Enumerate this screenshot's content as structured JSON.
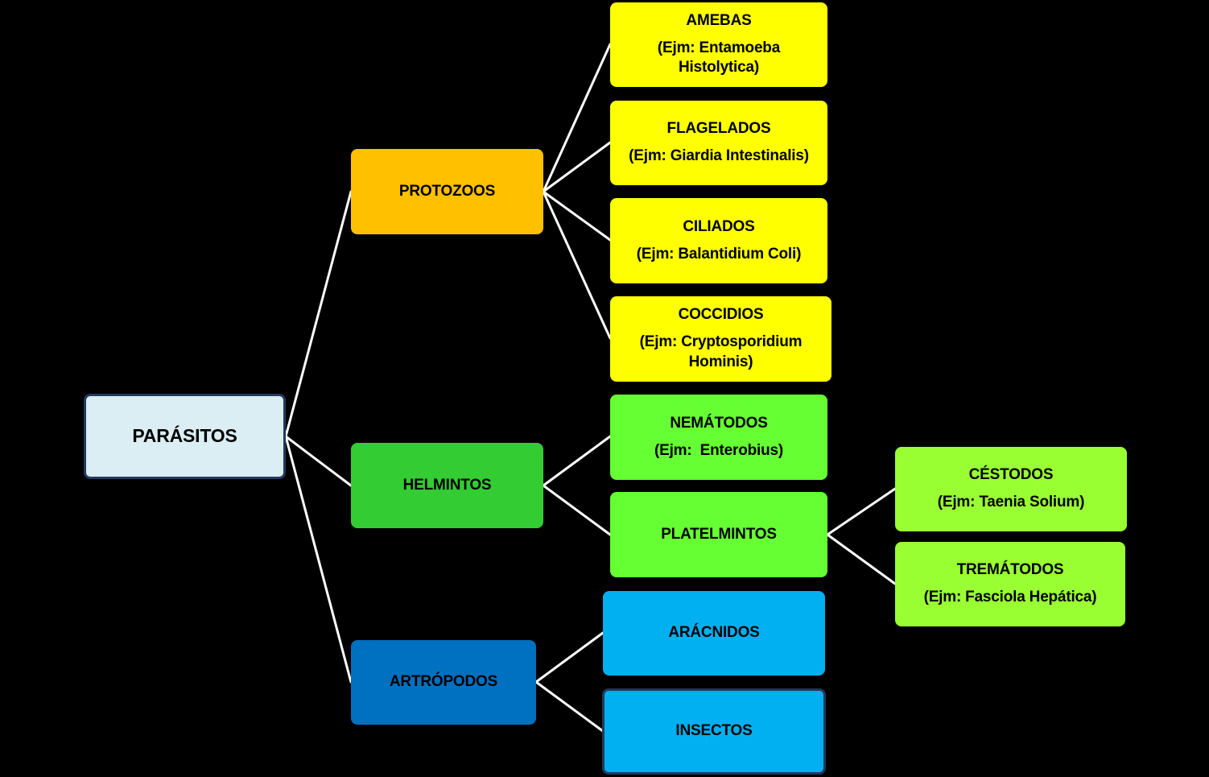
{
  "colors": {
    "background": "#000000",
    "connector": "#ffffff",
    "root": "#dbeef4",
    "protozoa_group": "#ffc000",
    "protozoa_child": "#ffff00",
    "helminth_group": "#33cc33",
    "helminth_child": "#66ff33",
    "flatworm_child": "#99ff33",
    "arthropod_group": "#0070c0",
    "arthropod_child": "#00b0f0"
  },
  "root": {
    "label": "PARÁSITOS"
  },
  "protozoos": {
    "label": "PROTOZOOS",
    "children": [
      {
        "label": "AMEBAS",
        "example": "(Ejm: Entamoeba Histolytica)"
      },
      {
        "label": "FLAGELADOS",
        "example": "(Ejm: Giardia Intestinalis)"
      },
      {
        "label": "CILIADOS",
        "example": "(Ejm: Balantidium Coli)"
      },
      {
        "label": "COCCIDIOS",
        "example": "(Ejm: Cryptosporidium Hominis)"
      }
    ]
  },
  "helmintos": {
    "label": "HELMINTOS",
    "children": [
      {
        "label": "NEMÁTODOS",
        "example": "(Ejm:  Enterobius)"
      },
      {
        "label": "PLATELMINTOS",
        "children": [
          {
            "label": "CÉSTODOS",
            "example": "(Ejm: Taenia Solium)"
          },
          {
            "label": "TREMÁTODOS",
            "example": "(Ejm: Fasciola Hepática)"
          }
        ]
      }
    ]
  },
  "artropodos": {
    "label": "ARTRÓPODOS",
    "children": [
      {
        "label": "ARÁCNIDOS"
      },
      {
        "label": "INSECTOS"
      }
    ]
  }
}
